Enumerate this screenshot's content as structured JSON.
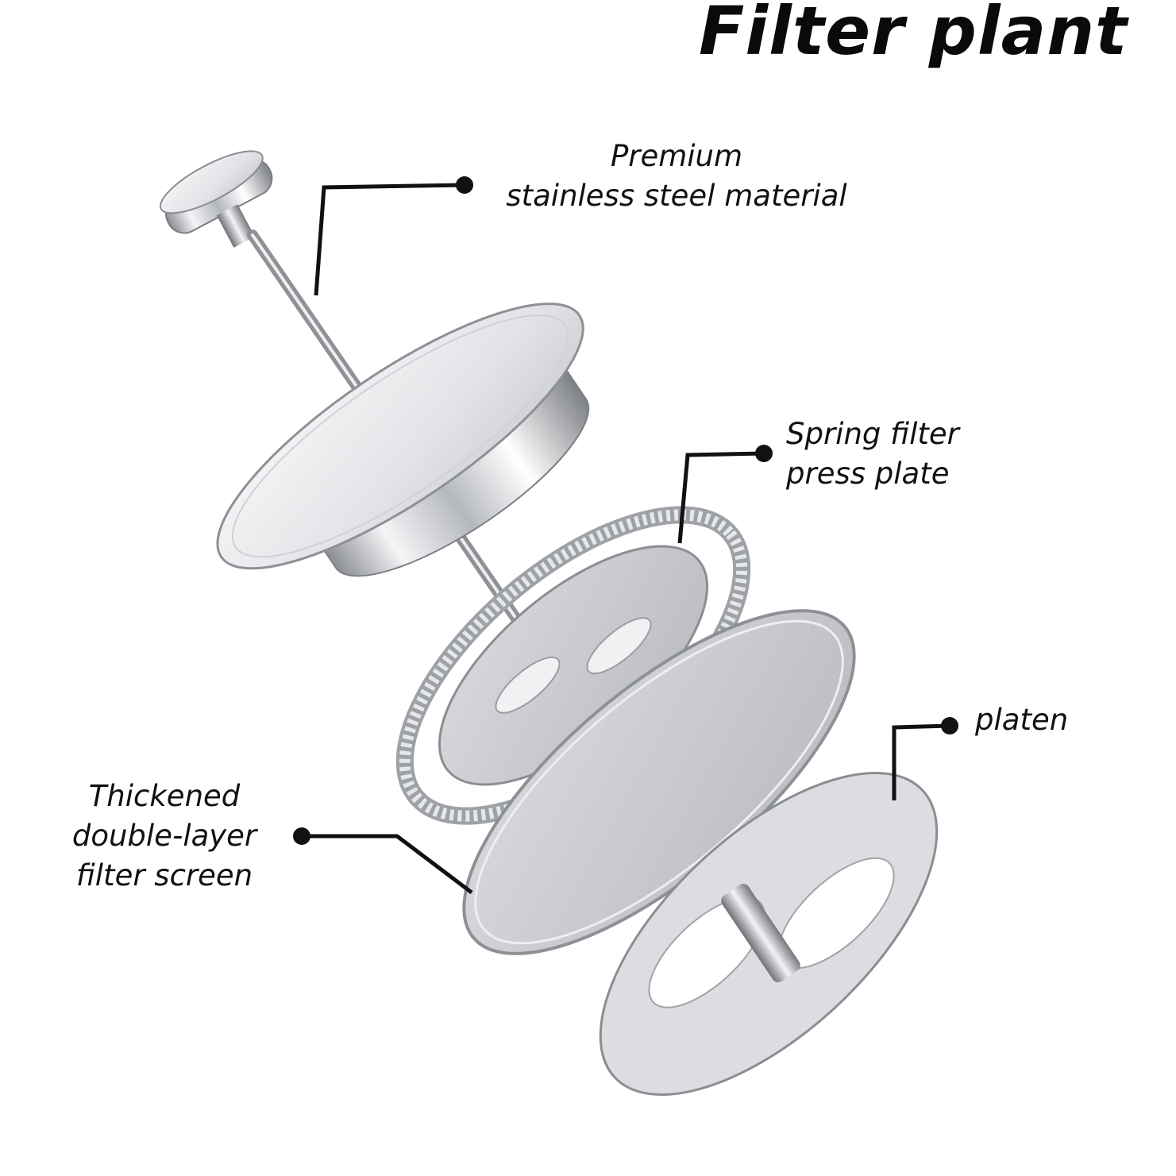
{
  "title": "Filter plant",
  "callouts": {
    "premium": {
      "line1": "Premium",
      "line2": "stainless steel material"
    },
    "spring": {
      "line1": "Spring filter",
      "line2": "press plate"
    },
    "platen": {
      "line1": "platen"
    },
    "filter_screen": {
      "line1": "Thickened",
      "line2": "double-layer",
      "line3": "filter screen"
    }
  },
  "colors": {
    "background": "#ffffff",
    "text": "#111111",
    "leader": "#111111",
    "steel_light": "#f2f2f4",
    "steel_mid": "#c4c6ca",
    "steel_dark": "#6f7277"
  }
}
